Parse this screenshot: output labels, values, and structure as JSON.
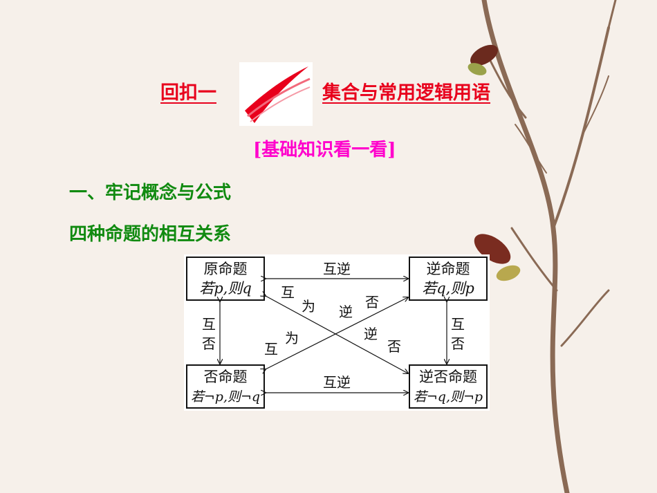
{
  "header": {
    "left_label": "回扣一",
    "right_label": "集合与常用逻辑用语",
    "subtitle": "[基础知识看一看]"
  },
  "sections": {
    "heading_1": "一、牢记概念与公式",
    "heading_2": "四种命题的相互关系"
  },
  "diagram": {
    "boxes": {
      "original": {
        "line1": "原命题",
        "line2": "若p,则q"
      },
      "converse": {
        "line1": "逆命题",
        "line2": "若q,则p"
      },
      "inverse": {
        "line1": "否命题",
        "line2": "若¬p,则¬q"
      },
      "contrapositive": {
        "line1": "逆否命题",
        "line2": "若¬q,则¬p"
      }
    },
    "labels": {
      "top": "互逆",
      "bottom": "互逆",
      "left_1": "互",
      "left_2": "否",
      "right_1": "互",
      "right_2": "否",
      "diag_a1": "互",
      "diag_a2": "为",
      "diag_a3": "逆",
      "diag_a4": "否",
      "diag_b1": "互",
      "diag_b2": "为",
      "diag_b3": "逆",
      "diag_b4": "否"
    }
  },
  "colors": {
    "title": "#e8001c",
    "subtitle": "#ff00cc",
    "heading": "#108a10"
  }
}
